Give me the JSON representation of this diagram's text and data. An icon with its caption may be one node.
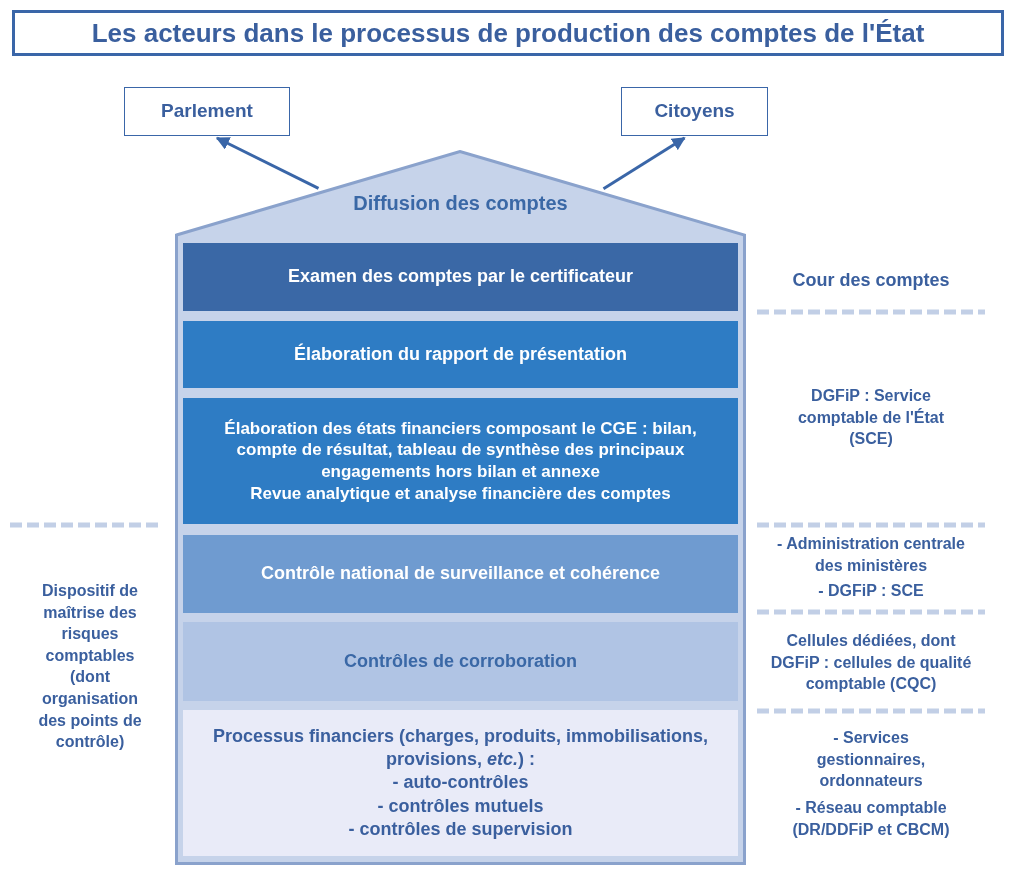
{
  "diagram": {
    "title": "Les acteurs dans le processus de production des comptes de l'État",
    "nodes": [
      {
        "text": [
          "Parlement"
        ]
      },
      {
        "text": [
          "Citoyens"
        ]
      },
      {
        "text": [
          "Diffusion des comptes"
        ]
      },
      {
        "text": [
          "Examen des comptes par le certificateur"
        ],
        "in": 2
      },
      {
        "text": [
          "Élaboration du rapport de présentation"
        ],
        "in": 2
      },
      {
        "text": [
          "Élaboration des états financiers composant le CGE : bilan, compte de résultat, tableau de synthèse des principaux engagements hors bilan et annexe",
          "Revue analytique et analyse financière des comptes"
        ],
        "in": 2
      },
      {
        "text": [
          "Contrôle national de surveillance et cohérence"
        ],
        "in": 2
      },
      {
        "text": [
          "Contrôles de corroboration"
        ],
        "in": 2
      },
      {
        "text": [
          "Processus financiers (charges, produits, immobilisations, provisions, *etc.*) :",
          "- auto-contrôles",
          "- contrôles mutuels",
          "- contrôles de supervision"
        ],
        "in": 2
      }
    ],
    "edges": [
      {
        "from": 2,
        "to": 0,
        "arrow": "to"
      },
      {
        "from": 2,
        "to": 1,
        "arrow": "to"
      }
    ],
    "labels": [
      "Cour des comptes",
      "DGFiP : Service comptable de l'État (SCE)",
      "- Administration centrale des ministères",
      "- DGFiP : SCE",
      "Dispositif de maîtrise des risques comptables (dont organisation des points de contrôle)",
      "Cellules dédiées, dont DGFiP : cellules de qualité comptable (CQC)",
      "- Services gestionnaires, ordonnateurs",
      "- Réseau comptable (DR/DDFiP et CBCM)"
    ]
  }
}
